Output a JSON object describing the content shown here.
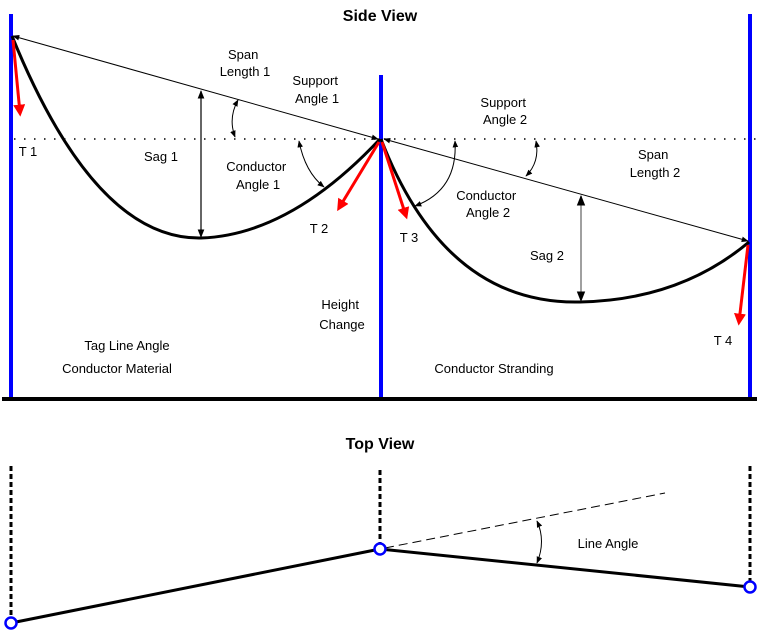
{
  "side_view": {
    "title": "Side View",
    "labels": {
      "span_length_1": [
        "Span",
        "Length 1"
      ],
      "support_angle_1": [
        "Support",
        "Angle 1"
      ],
      "sag_1": "Sag 1",
      "conductor_angle_1": [
        "Conductor",
        "Angle 1"
      ],
      "t1": "T 1",
      "t2": "T 2",
      "t3": "T 3",
      "t4": "T 4",
      "support_angle_2": [
        "Support",
        "Angle 2"
      ],
      "span_length_2": [
        "Span",
        "Length 2"
      ],
      "conductor_angle_2": [
        "Conductor",
        "Angle 2"
      ],
      "sag_2": "Sag 2",
      "height_change": [
        "Height",
        "Change"
      ],
      "tag_line_angle": "Tag Line Angle",
      "conductor_material": "Conductor Material",
      "conductor_stranding": "Conductor Stranding"
    }
  },
  "top_view": {
    "title": "Top View",
    "labels": {
      "line_angle": "Line Angle"
    }
  },
  "colors": {
    "pole": "#0000ff",
    "tension": "#ff0000",
    "conductor": "#000000",
    "ground": "#000000",
    "sag2_arrow": "#808080"
  }
}
